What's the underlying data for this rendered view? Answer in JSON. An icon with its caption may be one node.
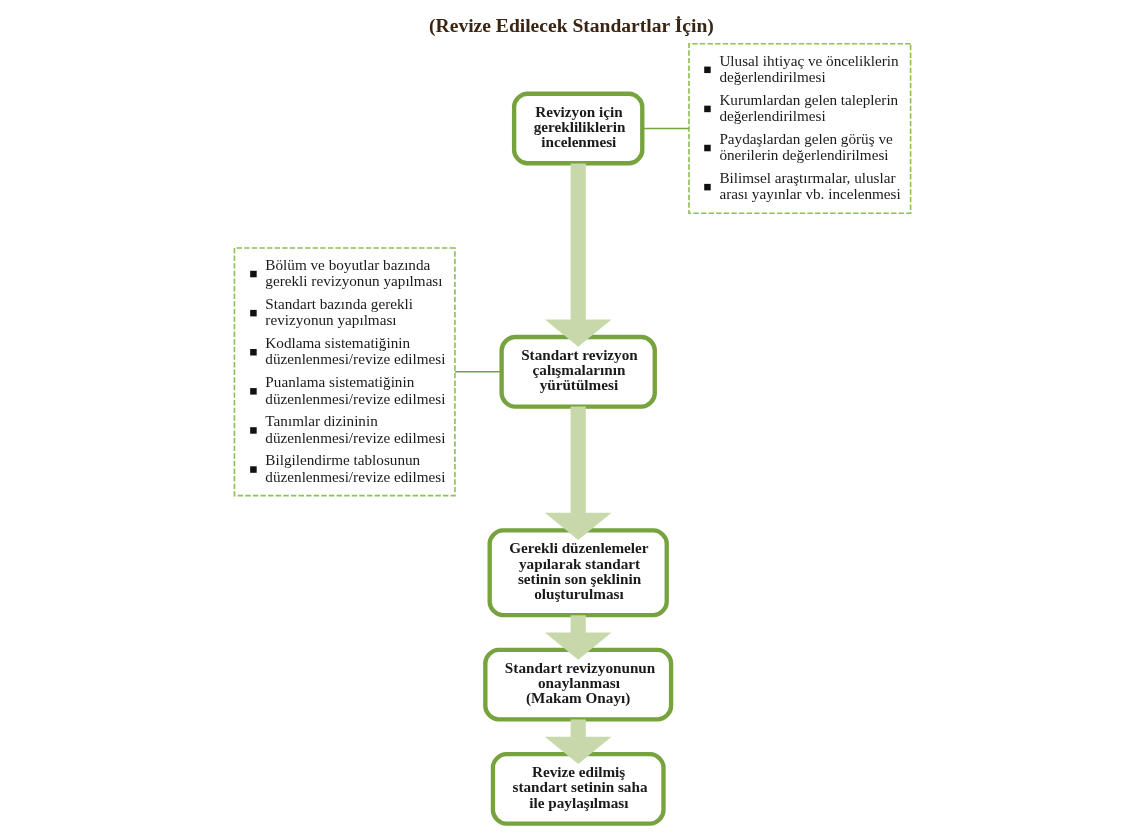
{
  "diagram": {
    "title": "(Revize Edilecek Standartlar İçin)",
    "nodes": [
      {
        "text": [
          "Revizyon için gerekliliklerin incelenmesi"
        ]
      },
      {
        "text": [
          "Ulusal ihtiyaç ve önceliklerin değerlendirilmesi",
          "Kurumlardan gelen taleplerin değerlendirilmesi",
          "Paydaşlardan gelen görüş ve önerilerin değerlendirilmesi",
          "Bilimsel araştırmalar, uluslar arası yayınlar vb. incelenmesi"
        ]
      },
      {
        "text": [
          "Bölüm ve boyutlar bazında gerekli revizyonun yapılması",
          "Standart bazında gerekli revizyonun yapılması",
          "Kodlama sistematiğinin düzenlenmesi/revize edilmesi",
          "Puanlama sistematiğinin düzenlenmesi/revize edilmesi",
          "Tanımlar dizininin düzenlenmesi/revize edilmesi",
          "Bilgilendirme tablosunun düzenlenmesi/revize edilmesi"
        ]
      },
      {
        "text": [
          "Standart revizyon çalışmalarının yürütülmesi"
        ]
      },
      {
        "text": [
          "Gerekli düzenlemeler yapılarak standart setinin son şeklinin oluşturulması"
        ]
      },
      {
        "text": [
          "Standart revizyonunun onaylanması",
          "(Makam Onayı)"
        ]
      },
      {
        "text": [
          "Revize edilmiş standart setinin saha ile paylaşılması"
        ]
      }
    ],
    "edges": [
      {
        "from": 0,
        "to": 3,
        "arrow": "to"
      },
      {
        "from": 3,
        "to": 4,
        "arrow": "to"
      },
      {
        "from": 4,
        "to": 5,
        "arrow": "to"
      },
      {
        "from": 5,
        "to": 6,
        "arrow": "to"
      },
      {
        "from": 0,
        "to": 1,
        "arrow": "none",
        "color": "#77a33e"
      },
      {
        "from": 2,
        "to": 3,
        "arrow": "none",
        "color": "#77a33e"
      }
    ]
  }
}
